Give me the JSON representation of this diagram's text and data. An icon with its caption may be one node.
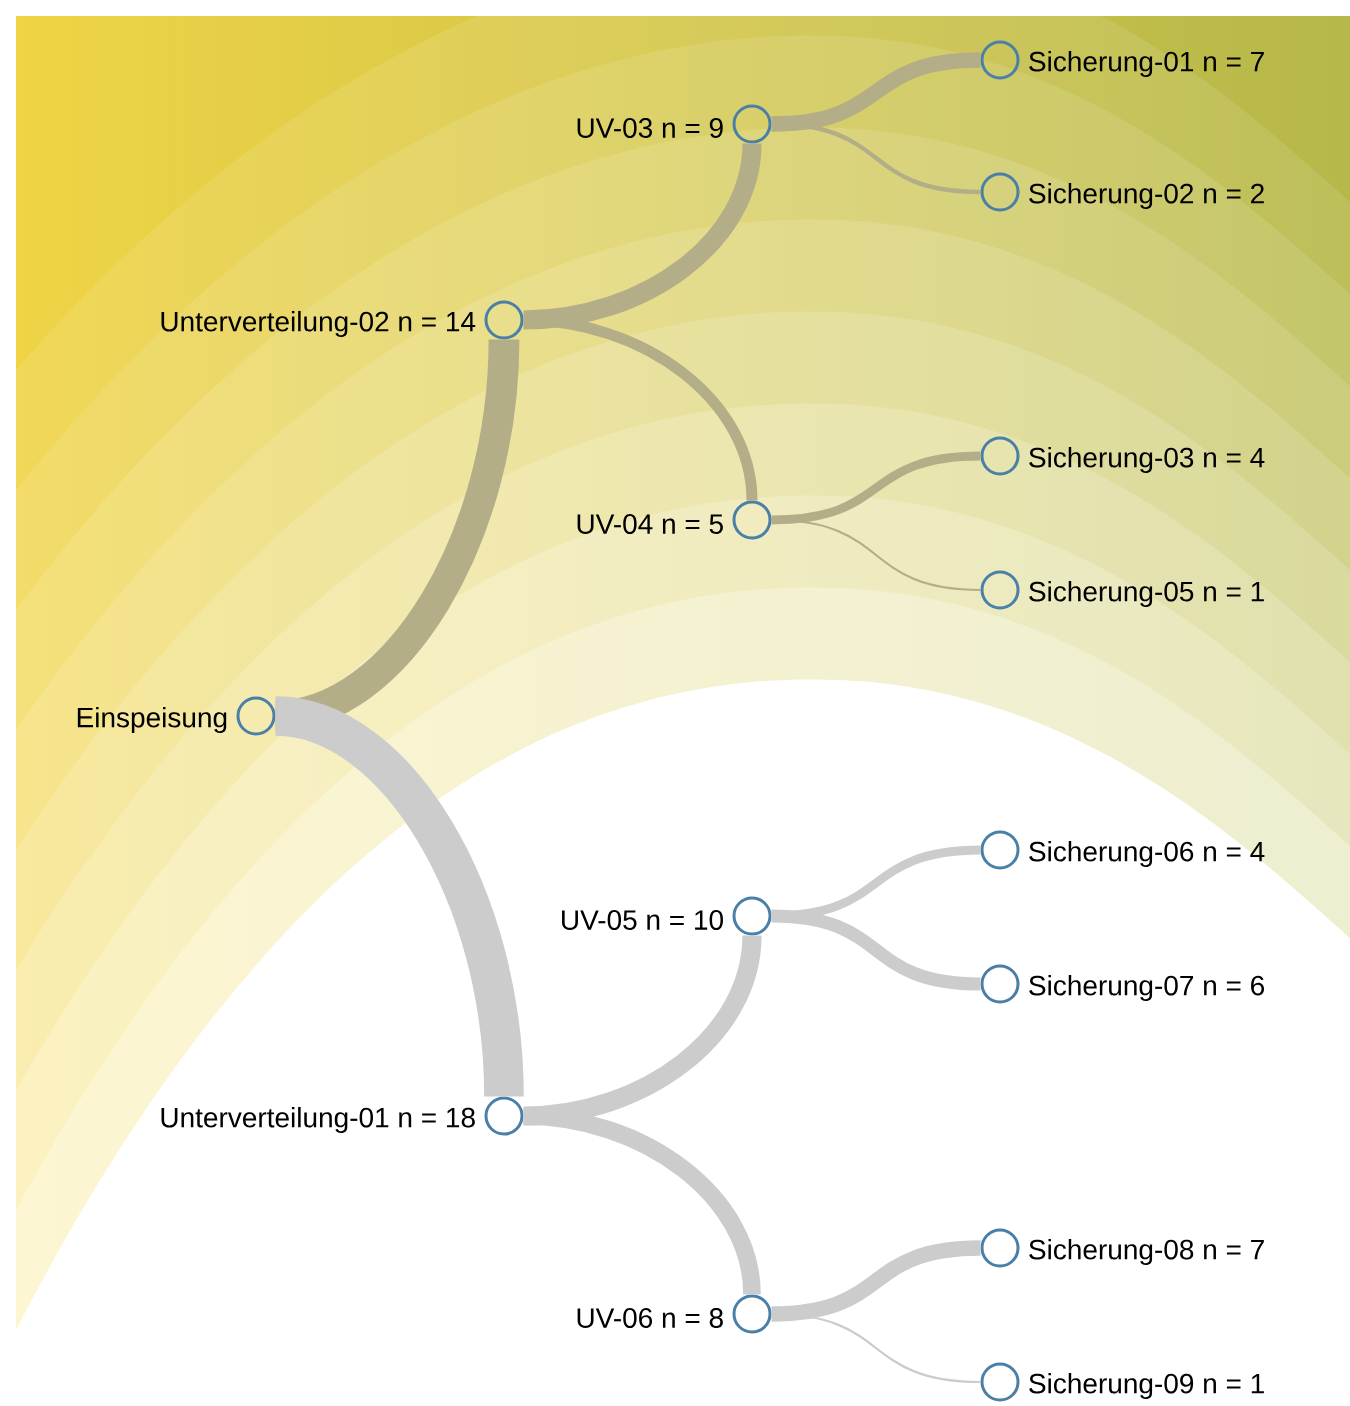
{
  "diagram": {
    "nodes": [
      {
        "text": [
          "Einspeisung"
        ]
      },
      {
        "text": [
          "Unterverteilung-02 n = 14"
        ]
      },
      {
        "text": [
          "UV-03 n = 9"
        ]
      },
      {
        "text": [
          "Sicherung-01 n = 7"
        ]
      },
      {
        "text": [
          "Sicherung-02 n = 2"
        ]
      },
      {
        "text": [
          "UV-04 n = 5"
        ]
      },
      {
        "text": [
          "Sicherung-03 n = 4"
        ]
      },
      {
        "text": [
          "Sicherung-05 n = 1"
        ]
      },
      {
        "text": [
          "Unterverteilung-01 n = 18"
        ]
      },
      {
        "text": [
          "UV-05 n = 10"
        ]
      },
      {
        "text": [
          "Sicherung-06 n = 4"
        ]
      },
      {
        "text": [
          "Sicherung-07 n = 6"
        ]
      },
      {
        "text": [
          "UV-06 n = 8"
        ]
      },
      {
        "text": [
          "Sicherung-08 n = 7"
        ]
      },
      {
        "text": [
          "Sicherung-09 n = 1"
        ]
      }
    ],
    "edges": [
      {
        "from": 0,
        "to": 1,
        "arrow": "none",
        "style": "thick",
        "color": "#b3ae88"
      },
      {
        "from": 0,
        "to": 8,
        "arrow": "none",
        "style": "thick"
      },
      {
        "from": 1,
        "to": 2,
        "arrow": "none",
        "color": "#b3ae88"
      },
      {
        "from": 1,
        "to": 5,
        "arrow": "none",
        "color": "#b3ae88"
      },
      {
        "from": 2,
        "to": 3,
        "arrow": "none",
        "color": "#b3ae88"
      },
      {
        "from": 2,
        "to": 4,
        "arrow": "none",
        "color": "#b3ae88"
      },
      {
        "from": 5,
        "to": 6,
        "arrow": "none",
        "color": "#b3ae88"
      },
      {
        "from": 5,
        "to": 7,
        "arrow": "none",
        "color": "#b3ae88"
      },
      {
        "from": 8,
        "to": 9,
        "arrow": "none"
      },
      {
        "from": 8,
        "to": 12,
        "arrow": "none"
      },
      {
        "from": 9,
        "to": 10,
        "arrow": "none"
      },
      {
        "from": 9,
        "to": 11,
        "arrow": "none"
      },
      {
        "from": 12,
        "to": 13,
        "arrow": "none"
      },
      {
        "from": 12,
        "to": 14,
        "arrow": "none"
      }
    ]
  }
}
